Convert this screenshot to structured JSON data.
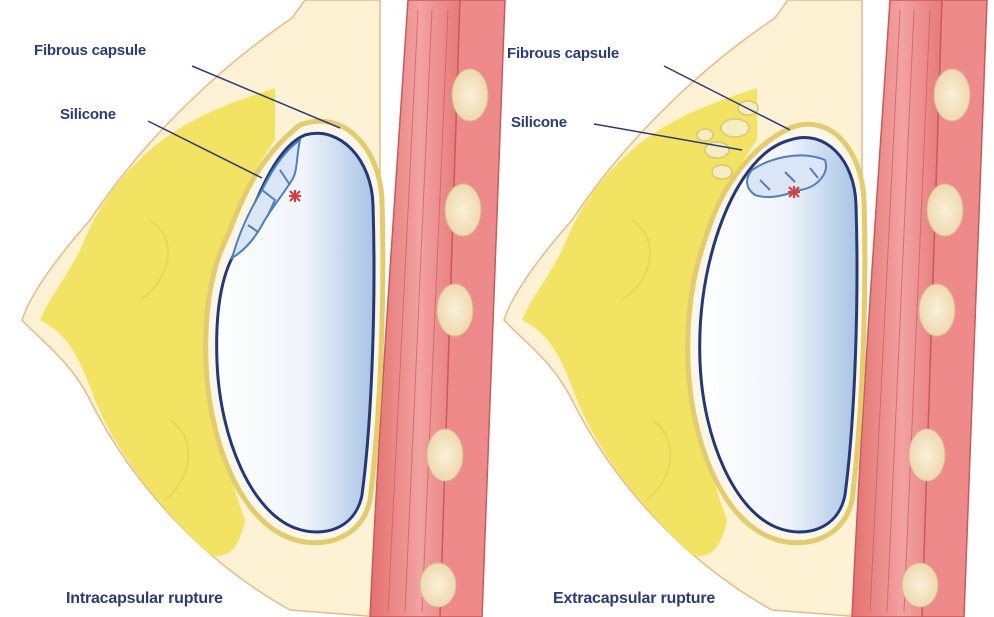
{
  "panels": [
    {
      "capsule_label": "Fibrous capsule",
      "silicone_label": "Silicone",
      "caption": "Intracapsular rupture"
    },
    {
      "capsule_label": "Fibrous capsule",
      "silicone_label": "Silicone",
      "caption": "Extracapsular rupture"
    }
  ],
  "colors": {
    "breast_skin": "#fdf2d4",
    "fat_tissue": "#f1e35c",
    "muscle": "#ee8a8a",
    "muscle_dark": "#d96a6a",
    "muscle_light": "#f7b2b2",
    "rib": "#f6e6c4",
    "implant_fill": "#eef4fb",
    "implant_shadow": "#aec8e6",
    "implant_outline": "#23387a",
    "capsule": "#e9d580",
    "silicone_leak": "#4f7fc0",
    "rupture_mark": "#d93a3a",
    "label_text": "#2a3b7a"
  }
}
